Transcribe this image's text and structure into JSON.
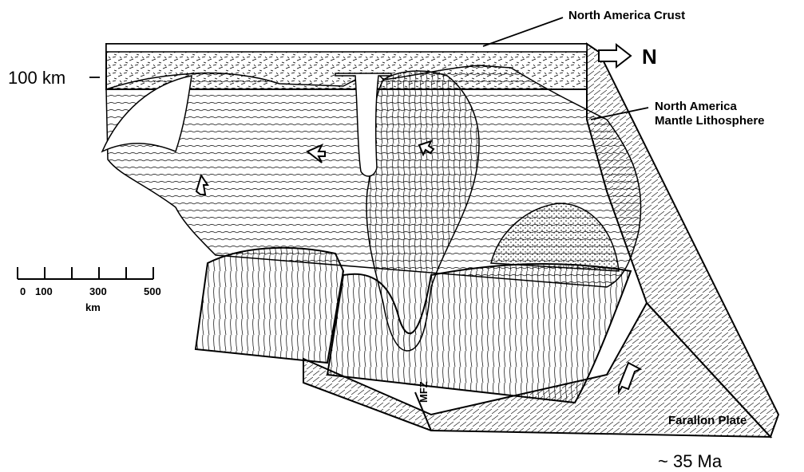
{
  "labels": {
    "crust": "North America Crust",
    "north": "N",
    "depth": "100 km",
    "mantle_line1": "North America",
    "mantle_line2": "Mantle Lithosphere",
    "fracture_zone": "MFZ",
    "plate": "Farallon Plate",
    "age": "~ 35 Ma"
  },
  "scale_bar": {
    "ticks": [
      "0",
      "100",
      "300",
      "500"
    ],
    "unit": "km"
  },
  "colors": {
    "ink": "#000000",
    "paper": "#ffffff"
  }
}
